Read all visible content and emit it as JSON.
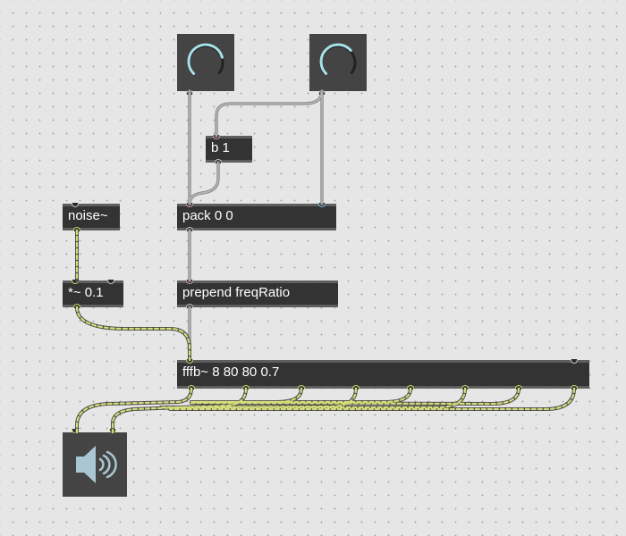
{
  "objects": {
    "bang_b1": {
      "text": "b 1"
    },
    "noise": {
      "text": "noise~"
    },
    "pack": {
      "text": "pack 0 0"
    },
    "mult": {
      "text": "*~ 0.1"
    },
    "prepend": {
      "text": "prepend freqRatio"
    },
    "fffb": {
      "text": "fffb~ 8 80 80 0.7"
    }
  },
  "dials": [
    {
      "name": "dial-left",
      "value": 0.78
    },
    {
      "name": "dial-right",
      "value": 0.68
    }
  ],
  "colors": {
    "canvas": "#e6e6e6",
    "object_fill": "#333333",
    "object_border": "#5e5e5e",
    "dial_arc": "#a7e3ea",
    "signal_cord": "#d4dd7a",
    "message_cord": "#9c9c9c"
  },
  "icons": {
    "audio_out": "speaker-icon"
  }
}
